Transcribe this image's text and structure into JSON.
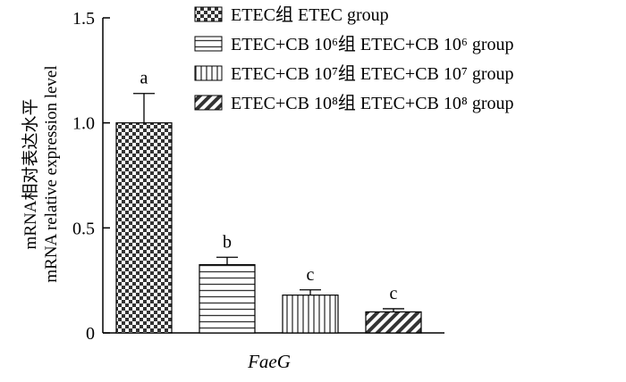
{
  "chart_data": {
    "type": "bar",
    "categories": [
      "FaeG"
    ],
    "series": [
      {
        "name": "ETEC组 ETEC group",
        "values": [
          1.0
        ],
        "error": [
          0.14
        ],
        "label": "a",
        "pattern": "checker"
      },
      {
        "name": "ETEC+CB 10⁶组 ETEC+CB 10⁶ group",
        "values": [
          0.325
        ],
        "error": [
          0.035
        ],
        "label": "b",
        "pattern": "hlines"
      },
      {
        "name": "ETEC+CB 10⁷组 ETEC+CB 10⁷ group",
        "values": [
          0.18
        ],
        "error": [
          0.025
        ],
        "label": "c",
        "pattern": "vlines"
      },
      {
        "name": "ETEC+CB 10⁸组 ETEC+CB 10⁸ group",
        "values": [
          0.1
        ],
        "error": [
          0.015
        ],
        "label": "c",
        "pattern": "diag"
      }
    ],
    "ylabel_line1": "mRNA相对表达水平",
    "ylabel_line2": "mRNA relative expression level",
    "xlabel": "",
    "ylim": [
      0,
      1.5
    ],
    "yticks": [
      0,
      0.5,
      1.0,
      1.5
    ],
    "ytick_labels": [
      "0",
      "0.5",
      "1.0",
      "1.5"
    ],
    "grid": false,
    "legend_position": "top-right"
  }
}
